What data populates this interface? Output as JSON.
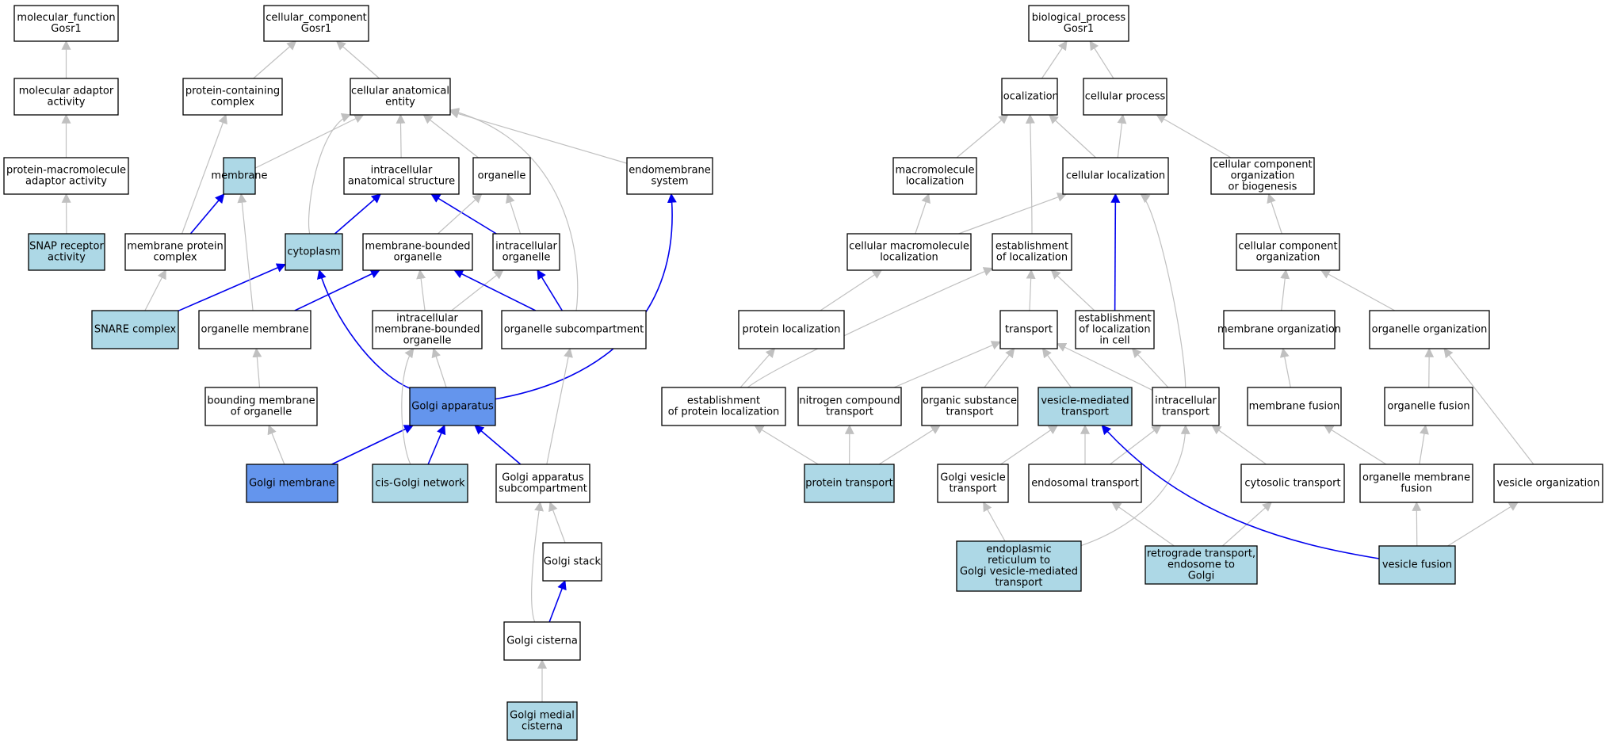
{
  "colors": {
    "white": "#ffffff",
    "light": "#add8e6",
    "dark": "#6495ed",
    "edge_gray": "#c0c0c0",
    "edge_blue": "#0000ee"
  },
  "nodes": [
    {
      "id": "mf",
      "label": [
        "molecular_function",
        "Gosr1"
      ],
      "fill": "white"
    },
    {
      "id": "mad",
      "label": [
        "molecular adaptor",
        "activity"
      ],
      "fill": "white"
    },
    {
      "id": "pmad",
      "label": [
        "protein-macromolecule",
        "adaptor activity"
      ],
      "fill": "white"
    },
    {
      "id": "snapr",
      "label": [
        "SNAP receptor",
        "activity"
      ],
      "fill": "light"
    },
    {
      "id": "cc",
      "label": [
        "cellular_component",
        "Gosr1"
      ],
      "fill": "white"
    },
    {
      "id": "pcc",
      "label": [
        "protein-containing",
        "complex"
      ],
      "fill": "white"
    },
    {
      "id": "cae",
      "label": [
        "cellular anatomical",
        "entity"
      ],
      "fill": "white"
    },
    {
      "id": "membrane",
      "label": [
        "membrane"
      ],
      "fill": "light"
    },
    {
      "id": "ias",
      "label": [
        "intracellular",
        "anatomical structure"
      ],
      "fill": "white"
    },
    {
      "id": "organelle",
      "label": [
        "organelle"
      ],
      "fill": "white"
    },
    {
      "id": "endomem",
      "label": [
        "endomembrane",
        "system"
      ],
      "fill": "white"
    },
    {
      "id": "mpc",
      "label": [
        "membrane protein",
        "complex"
      ],
      "fill": "white"
    },
    {
      "id": "cytoplasm",
      "label": [
        "cytoplasm"
      ],
      "fill": "light"
    },
    {
      "id": "mbo",
      "label": [
        "membrane-bounded",
        "organelle"
      ],
      "fill": "white"
    },
    {
      "id": "io",
      "label": [
        "intracellular",
        "organelle"
      ],
      "fill": "white"
    },
    {
      "id": "snare",
      "label": [
        "SNARE complex"
      ],
      "fill": "light"
    },
    {
      "id": "om",
      "label": [
        "organelle membrane"
      ],
      "fill": "white"
    },
    {
      "id": "imbo",
      "label": [
        "intracellular",
        "membrane-bounded",
        "organelle"
      ],
      "fill": "white"
    },
    {
      "id": "osc",
      "label": [
        "organelle subcompartment"
      ],
      "fill": "white"
    },
    {
      "id": "bmo",
      "label": [
        "bounding membrane",
        "of organelle"
      ],
      "fill": "white"
    },
    {
      "id": "golgi",
      "label": [
        "Golgi apparatus"
      ],
      "fill": "dark"
    },
    {
      "id": "gm",
      "label": [
        "Golgi membrane"
      ],
      "fill": "dark"
    },
    {
      "id": "cgn",
      "label": [
        "cis-Golgi network"
      ],
      "fill": "light"
    },
    {
      "id": "gas",
      "label": [
        "Golgi apparatus",
        "subcompartment"
      ],
      "fill": "white"
    },
    {
      "id": "gstack",
      "label": [
        "Golgi stack"
      ],
      "fill": "white"
    },
    {
      "id": "gcist",
      "label": [
        "Golgi cisterna"
      ],
      "fill": "white"
    },
    {
      "id": "gmed",
      "label": [
        "Golgi medial",
        "cisterna"
      ],
      "fill": "light"
    },
    {
      "id": "bp",
      "label": [
        "biological_process",
        "Gosr1"
      ],
      "fill": "white"
    },
    {
      "id": "loc",
      "label": [
        "localization"
      ],
      "fill": "white"
    },
    {
      "id": "cp",
      "label": [
        "cellular process"
      ],
      "fill": "white"
    },
    {
      "id": "macloc",
      "label": [
        "macromolecule",
        "localization"
      ],
      "fill": "white"
    },
    {
      "id": "cloc",
      "label": [
        "cellular localization"
      ],
      "fill": "white"
    },
    {
      "id": "ccob",
      "label": [
        "cellular component",
        "organization",
        "or biogenesis"
      ],
      "fill": "white"
    },
    {
      "id": "cmacloc",
      "label": [
        "cellular macromolecule",
        "localization"
      ],
      "fill": "white"
    },
    {
      "id": "eloc",
      "label": [
        "establishment",
        "of localization"
      ],
      "fill": "white"
    },
    {
      "id": "cco",
      "label": [
        "cellular component",
        "organization"
      ],
      "fill": "white"
    },
    {
      "id": "ploc",
      "label": [
        "protein localization"
      ],
      "fill": "white"
    },
    {
      "id": "transport",
      "label": [
        "transport"
      ],
      "fill": "white"
    },
    {
      "id": "elic",
      "label": [
        "establishment",
        "of localization",
        "in cell"
      ],
      "fill": "white"
    },
    {
      "id": "memorg",
      "label": [
        "membrane organization"
      ],
      "fill": "white"
    },
    {
      "id": "orgorg",
      "label": [
        "organelle organization"
      ],
      "fill": "white"
    },
    {
      "id": "eploc",
      "label": [
        "establishment",
        "of protein localization"
      ],
      "fill": "white"
    },
    {
      "id": "nct",
      "label": [
        "nitrogen compound",
        "transport"
      ],
      "fill": "white"
    },
    {
      "id": "ost",
      "label": [
        "organic substance",
        "transport"
      ],
      "fill": "white"
    },
    {
      "id": "vmt",
      "label": [
        "vesicle-mediated",
        "transport"
      ],
      "fill": "light"
    },
    {
      "id": "it",
      "label": [
        "intracellular",
        "transport"
      ],
      "fill": "white"
    },
    {
      "id": "mfus",
      "label": [
        "membrane fusion"
      ],
      "fill": "white"
    },
    {
      "id": "ofus",
      "label": [
        "organelle fusion"
      ],
      "fill": "white"
    },
    {
      "id": "pt",
      "label": [
        "protein transport"
      ],
      "fill": "light"
    },
    {
      "id": "gvt",
      "label": [
        "Golgi vesicle",
        "transport"
      ],
      "fill": "white"
    },
    {
      "id": "et",
      "label": [
        "endosomal transport"
      ],
      "fill": "white"
    },
    {
      "id": "ct",
      "label": [
        "cytosolic transport"
      ],
      "fill": "white"
    },
    {
      "id": "omf",
      "label": [
        "organelle membrane",
        "fusion"
      ],
      "fill": "white"
    },
    {
      "id": "vo",
      "label": [
        "vesicle organization"
      ],
      "fill": "white"
    },
    {
      "id": "ergv",
      "label": [
        "endoplasmic",
        "reticulum to",
        "Golgi vesicle-mediated",
        "transport"
      ],
      "fill": "light"
    },
    {
      "id": "rteg",
      "label": [
        "retrograde transport,",
        "endosome to",
        "Golgi"
      ],
      "fill": "light"
    },
    {
      "id": "vf",
      "label": [
        "vesicle fusion"
      ],
      "fill": "light"
    }
  ],
  "edges": [
    {
      "from": "mad",
      "to": "mf",
      "color": "edge_gray"
    },
    {
      "from": "pmad",
      "to": "mad",
      "color": "edge_gray"
    },
    {
      "from": "snapr",
      "to": "pmad",
      "color": "edge_gray"
    },
    {
      "from": "pcc",
      "to": "cc",
      "color": "edge_gray"
    },
    {
      "from": "cae",
      "to": "cc",
      "color": "edge_gray"
    },
    {
      "from": "membrane",
      "to": "cae",
      "color": "edge_gray"
    },
    {
      "from": "ias",
      "to": "cae",
      "color": "edge_gray"
    },
    {
      "from": "organelle",
      "to": "cae",
      "color": "edge_gray"
    },
    {
      "from": "endomem",
      "to": "cae",
      "color": "edge_gray"
    },
    {
      "from": "cytoplasm",
      "to": "cae",
      "color": "edge_gray"
    },
    {
      "from": "osc",
      "to": "cae",
      "color": "edge_gray"
    },
    {
      "from": "mpc",
      "to": "pcc",
      "color": "edge_gray"
    },
    {
      "from": "mpc",
      "to": "membrane",
      "color": "edge_blue"
    },
    {
      "from": "cytoplasm",
      "to": "ias",
      "color": "edge_blue"
    },
    {
      "from": "io",
      "to": "ias",
      "color": "edge_blue"
    },
    {
      "from": "mbo",
      "to": "organelle",
      "color": "edge_gray"
    },
    {
      "from": "io",
      "to": "organelle",
      "color": "edge_gray"
    },
    {
      "from": "snare",
      "to": "mpc",
      "color": "edge_gray"
    },
    {
      "from": "snare",
      "to": "cytoplasm",
      "color": "edge_blue"
    },
    {
      "from": "om",
      "to": "membrane",
      "color": "edge_gray"
    },
    {
      "from": "om",
      "to": "mbo",
      "color": "edge_blue"
    },
    {
      "from": "imbo",
      "to": "mbo",
      "color": "edge_gray"
    },
    {
      "from": "imbo",
      "to": "io",
      "color": "edge_gray"
    },
    {
      "from": "osc",
      "to": "mbo",
      "color": "edge_blue"
    },
    {
      "from": "osc",
      "to": "io",
      "color": "edge_blue"
    },
    {
      "from": "bmo",
      "to": "om",
      "color": "edge_gray"
    },
    {
      "from": "golgi",
      "to": "cytoplasm",
      "color": "edge_blue"
    },
    {
      "from": "golgi",
      "to": "imbo",
      "color": "edge_gray"
    },
    {
      "from": "golgi",
      "to": "endomem",
      "color": "edge_blue"
    },
    {
      "from": "gm",
      "to": "bmo",
      "color": "edge_gray"
    },
    {
      "from": "gm",
      "to": "golgi",
      "color": "edge_blue"
    },
    {
      "from": "cgn",
      "to": "golgi",
      "color": "edge_blue"
    },
    {
      "from": "cgn",
      "to": "imbo",
      "color": "edge_gray"
    },
    {
      "from": "gas",
      "to": "golgi",
      "color": "edge_blue"
    },
    {
      "from": "gas",
      "to": "osc",
      "color": "edge_gray"
    },
    {
      "from": "gstack",
      "to": "gas",
      "color": "edge_gray"
    },
    {
      "from": "gcist",
      "to": "gstack",
      "color": "edge_blue"
    },
    {
      "from": "gcist",
      "to": "gas",
      "color": "edge_gray"
    },
    {
      "from": "gmed",
      "to": "gcist",
      "color": "edge_gray"
    },
    {
      "from": "loc",
      "to": "bp",
      "color": "edge_gray"
    },
    {
      "from": "cp",
      "to": "bp",
      "color": "edge_gray"
    },
    {
      "from": "macloc",
      "to": "loc",
      "color": "edge_gray"
    },
    {
      "from": "cloc",
      "to": "loc",
      "color": "edge_gray"
    },
    {
      "from": "cloc",
      "to": "cp",
      "color": "edge_gray"
    },
    {
      "from": "ccob",
      "to": "cp",
      "color": "edge_gray"
    },
    {
      "from": "eloc",
      "to": "loc",
      "color": "edge_gray"
    },
    {
      "from": "cmacloc",
      "to": "macloc",
      "color": "edge_gray"
    },
    {
      "from": "cmacloc",
      "to": "cloc",
      "color": "edge_gray"
    },
    {
      "from": "cco",
      "to": "ccob",
      "color": "edge_gray"
    },
    {
      "from": "ploc",
      "to": "cmacloc",
      "color": "edge_gray"
    },
    {
      "from": "transport",
      "to": "eloc",
      "color": "edge_gray"
    },
    {
      "from": "elic",
      "to": "eloc",
      "color": "edge_gray"
    },
    {
      "from": "elic",
      "to": "cloc",
      "color": "edge_blue"
    },
    {
      "from": "memorg",
      "to": "cco",
      "color": "edge_gray"
    },
    {
      "from": "orgorg",
      "to": "cco",
      "color": "edge_gray"
    },
    {
      "from": "eploc",
      "to": "ploc",
      "color": "edge_gray"
    },
    {
      "from": "eploc",
      "to": "eloc",
      "color": "edge_gray"
    },
    {
      "from": "nct",
      "to": "transport",
      "color": "edge_gray"
    },
    {
      "from": "ost",
      "to": "transport",
      "color": "edge_gray"
    },
    {
      "from": "vmt",
      "to": "transport",
      "color": "edge_gray"
    },
    {
      "from": "it",
      "to": "transport",
      "color": "edge_gray"
    },
    {
      "from": "it",
      "to": "elic",
      "color": "edge_gray"
    },
    {
      "from": "it",
      "to": "cloc",
      "color": "edge_gray"
    },
    {
      "from": "mfus",
      "to": "memorg",
      "color": "edge_gray"
    },
    {
      "from": "ofus",
      "to": "orgorg",
      "color": "edge_gray"
    },
    {
      "from": "pt",
      "to": "eploc",
      "color": "edge_gray"
    },
    {
      "from": "pt",
      "to": "nct",
      "color": "edge_gray"
    },
    {
      "from": "pt",
      "to": "ost",
      "color": "edge_gray"
    },
    {
      "from": "gvt",
      "to": "vmt",
      "color": "edge_gray"
    },
    {
      "from": "et",
      "to": "vmt",
      "color": "edge_gray"
    },
    {
      "from": "et",
      "to": "it",
      "color": "edge_gray"
    },
    {
      "from": "ct",
      "to": "it",
      "color": "edge_gray"
    },
    {
      "from": "omf",
      "to": "mfus",
      "color": "edge_gray"
    },
    {
      "from": "omf",
      "to": "ofus",
      "color": "edge_gray"
    },
    {
      "from": "vo",
      "to": "orgorg",
      "color": "edge_gray"
    },
    {
      "from": "ergv",
      "to": "gvt",
      "color": "edge_gray"
    },
    {
      "from": "ergv",
      "to": "it",
      "color": "edge_gray"
    },
    {
      "from": "rteg",
      "to": "et",
      "color": "edge_gray"
    },
    {
      "from": "rteg",
      "to": "ct",
      "color": "edge_gray"
    },
    {
      "from": "vf",
      "to": "omf",
      "color": "edge_gray"
    },
    {
      "from": "vf",
      "to": "vo",
      "color": "edge_gray"
    },
    {
      "from": "vf",
      "to": "vmt",
      "color": "edge_blue"
    }
  ]
}
